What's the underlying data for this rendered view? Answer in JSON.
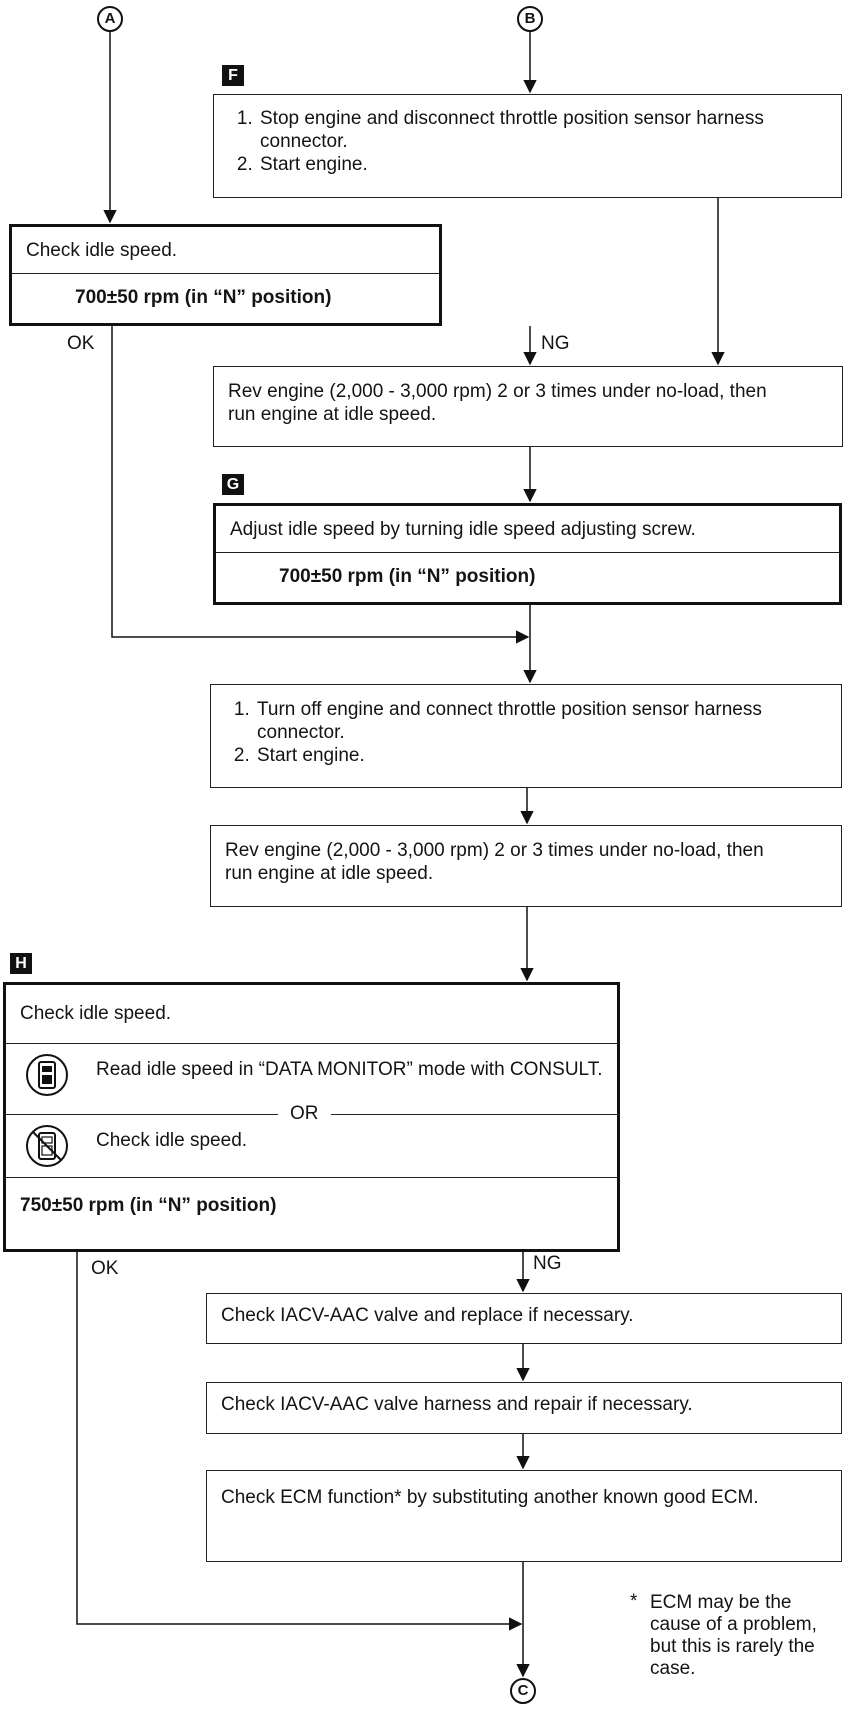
{
  "connectors": {
    "a": "A",
    "b": "B",
    "c": "C"
  },
  "steps": {
    "f": {
      "tag": "F",
      "items": [
        "Stop engine and disconnect throttle position sensor harness connector.",
        "Start engine."
      ]
    },
    "check1": {
      "text": "Check idle speed.",
      "spec": "700±50 rpm (in “N” position)"
    },
    "rev1": {
      "text": "Rev engine (2,000 - 3,000 rpm) 2 or 3 times under no-load, then run engine at idle speed."
    },
    "g": {
      "tag": "G",
      "text": "Adjust idle speed by turning idle speed adjusting screw.",
      "spec": "700±50 rpm (in “N” position)"
    },
    "turnoff": {
      "items": [
        "Turn off engine and connect throttle position sensor harness connector.",
        "Start engine."
      ]
    },
    "rev2": {
      "text": "Rev engine (2,000 - 3,000 rpm) 2 or 3 times under no-load, then run engine at idle speed."
    },
    "h": {
      "tag": "H",
      "text": "Check idle speed.",
      "consult_text": "Read idle speed in “DATA MONITOR” mode with CONSULT.",
      "or": "OR",
      "noconsult_text": "Check idle speed.",
      "spec": "750±50 rpm (in “N” position)",
      "consult_icon": "consult-device-icon",
      "no_consult_icon": "no-consult-icon"
    },
    "iacv": {
      "text": "Check IACV-AAC valve and replace if necessary."
    },
    "harness": {
      "text": "Check IACV-AAC valve harness and repair if necessary."
    },
    "ecm": {
      "text": "Check ECM function* by substituting another known good ECM."
    }
  },
  "branches": {
    "ok1": "OK",
    "ng1": "NG",
    "ok2": "OK",
    "ng2": "NG"
  },
  "footnote": {
    "marker": "*",
    "text": "ECM may be the cause of a problem, but this is rarely the case."
  }
}
